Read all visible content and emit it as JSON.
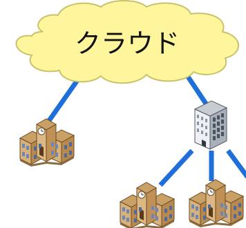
{
  "cloud": {
    "label": "クラウド",
    "fill": "#fff59c",
    "stroke": "#c8c26a"
  },
  "link_color": "#1e6fd9",
  "nodes": [
    {
      "kind": "school",
      "icon": "school-building-icon"
    },
    {
      "kind": "office",
      "icon": "office-building-icon"
    },
    {
      "kind": "school",
      "icon": "school-building-icon"
    },
    {
      "kind": "school",
      "icon": "school-building-icon"
    }
  ]
}
